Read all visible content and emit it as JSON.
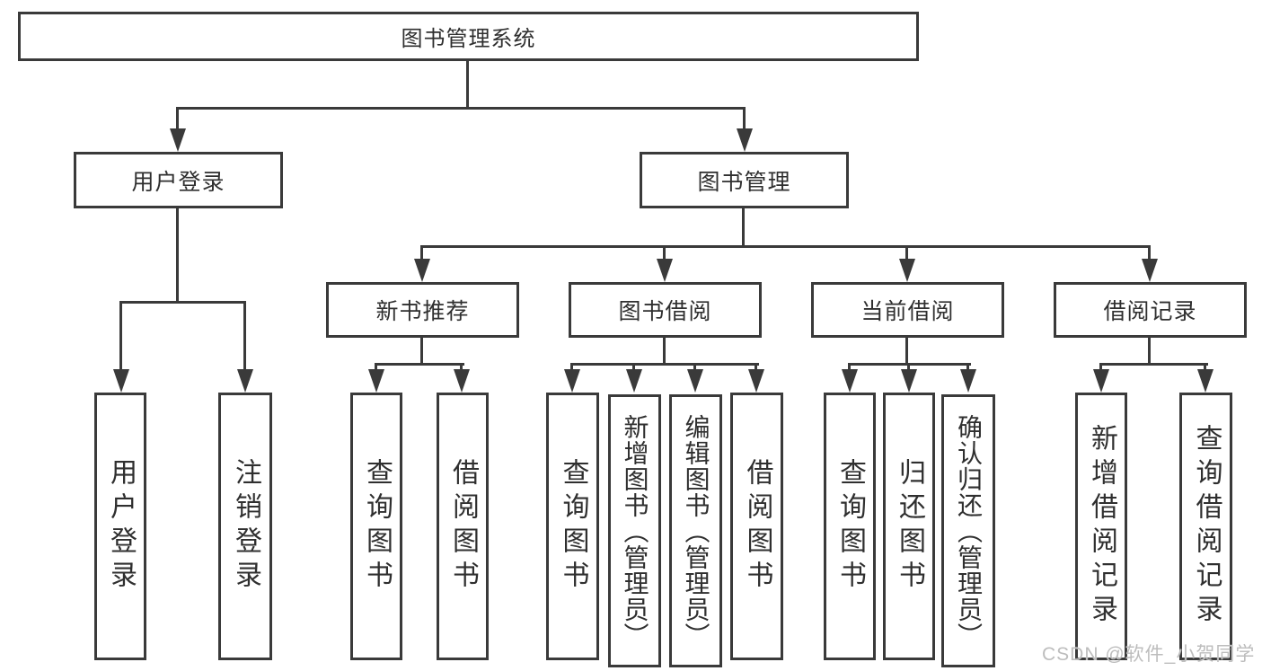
{
  "diagram": {
    "type": "tree-structure-chart",
    "title": "图书管理系统",
    "level2": {
      "user_login": "用户登录",
      "book_mgmt": "图书管理"
    },
    "level3": {
      "new_book_rec": "新书推荐",
      "book_borrow": "图书借阅",
      "current_borrow": "当前借阅",
      "borrow_record": "借阅记录"
    },
    "leaves": {
      "user_login": "用户登录",
      "logout": "注销登录",
      "rec_query_book": "查询图书",
      "rec_borrow_book": "借阅图书",
      "bor_query_book": "查询图书",
      "bor_add_book": "新增图书（管理员）",
      "bor_edit_book": "编辑图书（管理员）",
      "bor_borrow_book": "借阅图书",
      "cur_query_book": "查询图书",
      "cur_return_book": "归还图书",
      "cur_confirm_return": "确认归还（管理员）",
      "rcd_add_record": "新增借阅记录",
      "rcd_query_record": "查询借阅记录"
    }
  },
  "watermark": {
    "text": "CSDN @软件_小贺同学"
  },
  "colors": {
    "line": "#3a3a3a",
    "box_border": "#3a3a3a",
    "text": "#2f2f2f",
    "watermark": "#bdbdbd",
    "background": "#ffffff"
  }
}
